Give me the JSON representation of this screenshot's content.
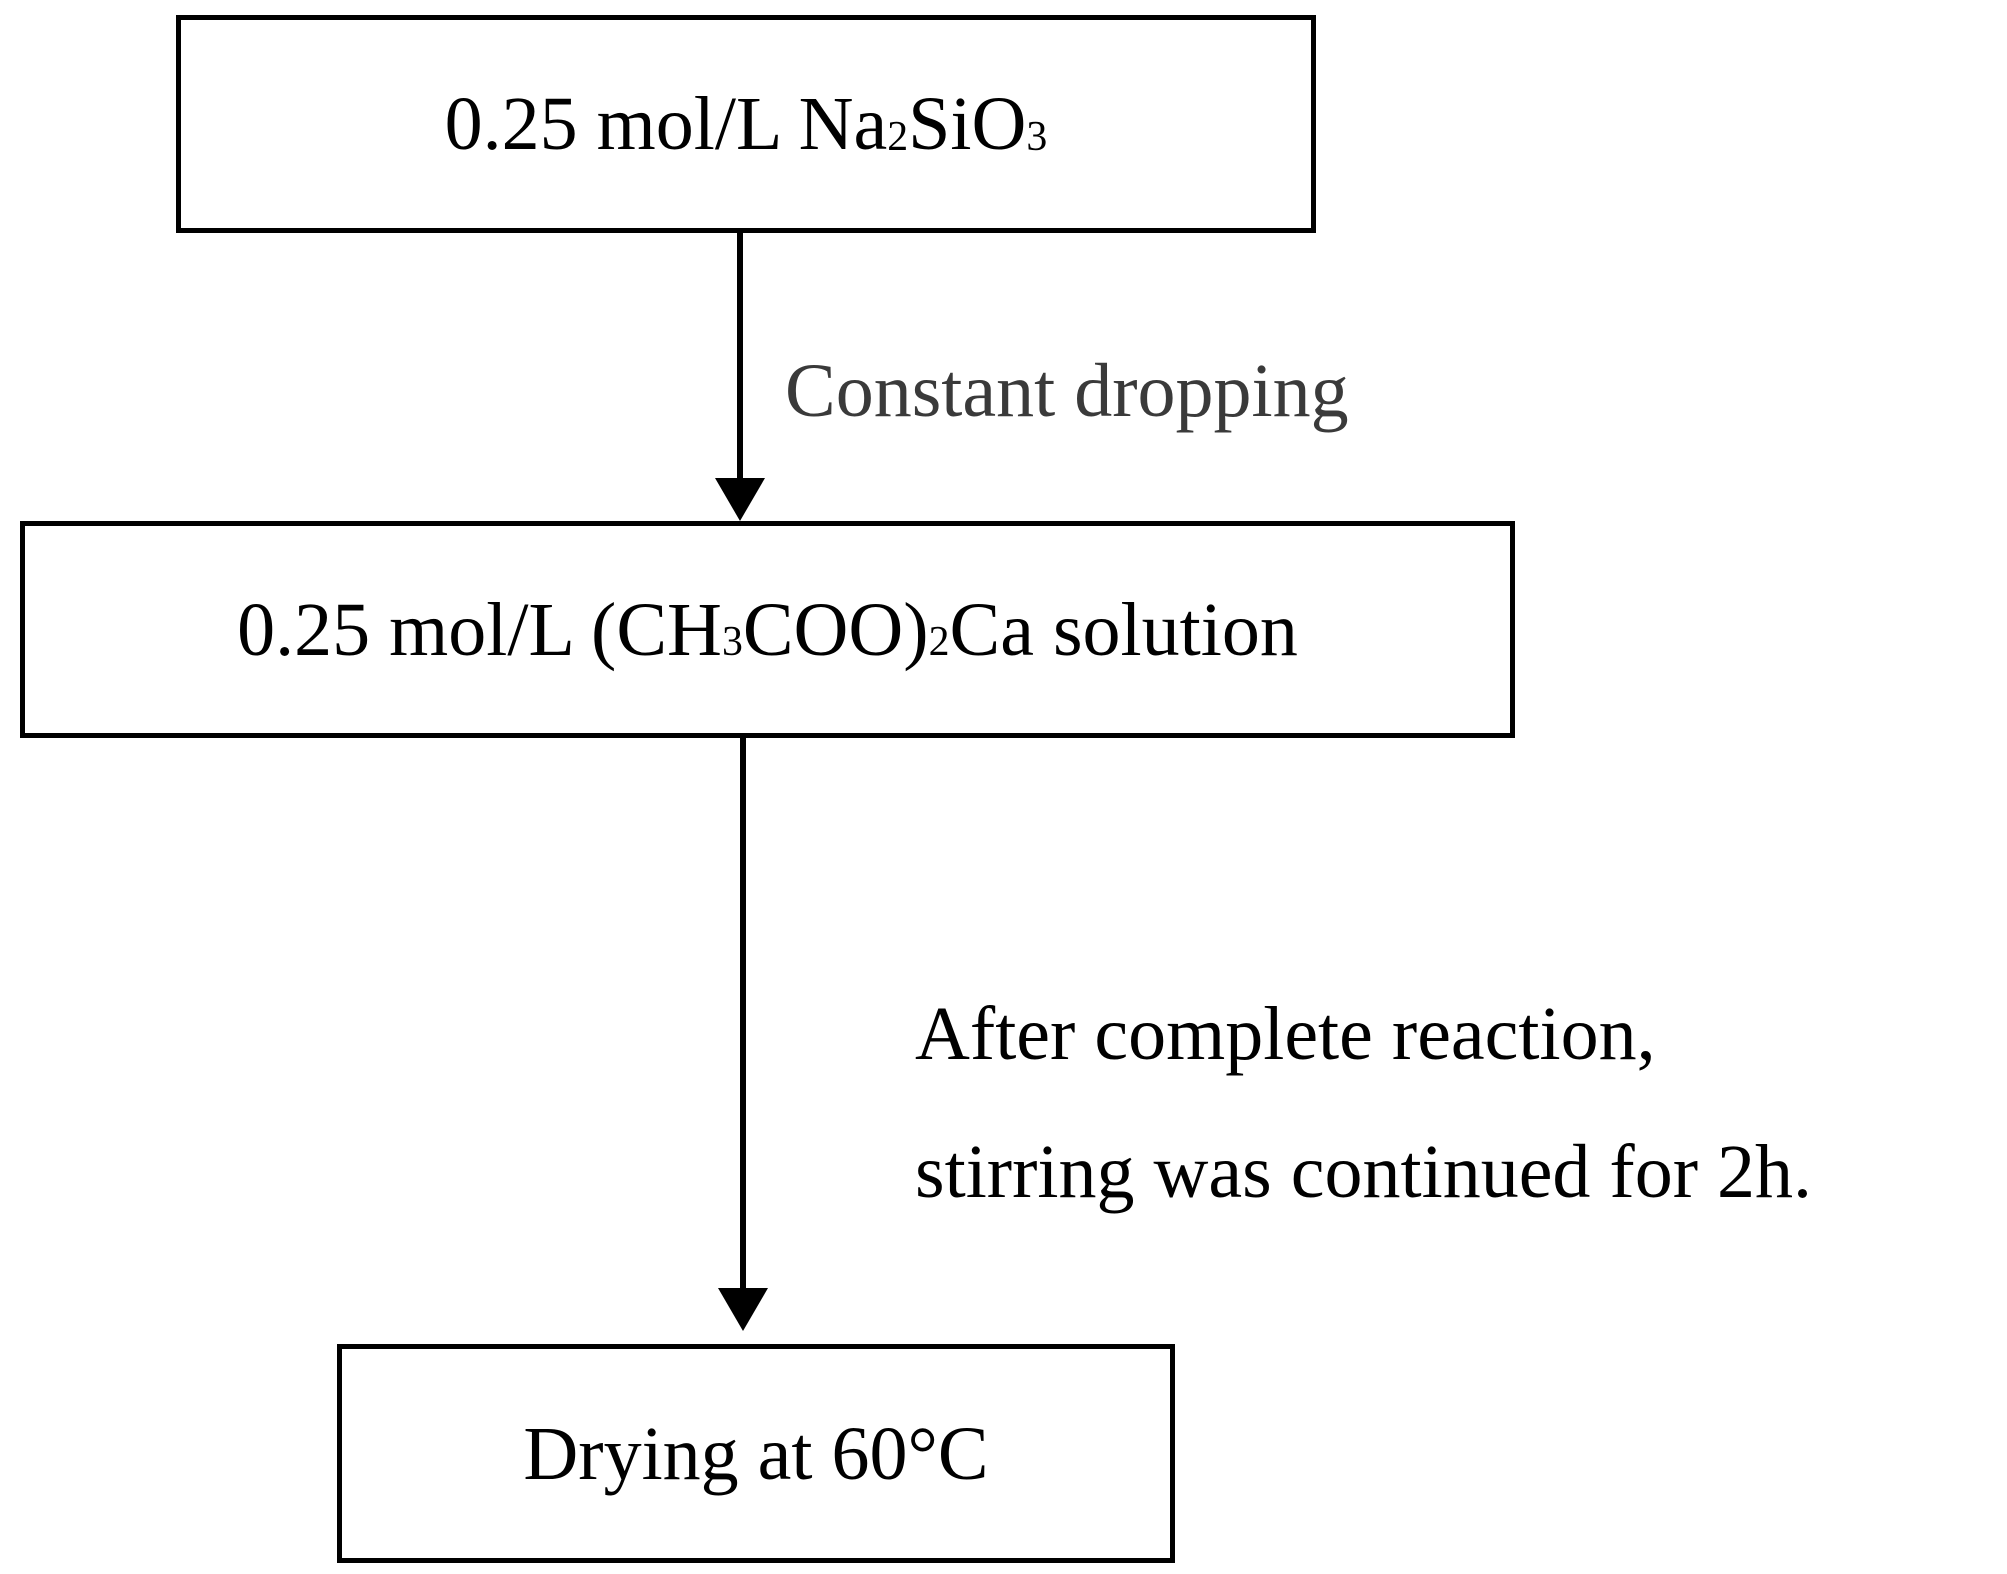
{
  "flowchart": {
    "steps": [
      {
        "parts": [
          {
            "text": "0.25 mol/L Na"
          },
          {
            "text": "2",
            "sub": true
          },
          {
            "text": "SiO"
          },
          {
            "text": "3",
            "sub": true
          }
        ]
      },
      {
        "parts": [
          {
            "text": "0.25 mol/L (CH"
          },
          {
            "text": "3",
            "sub": true
          },
          {
            "text": "COO)"
          },
          {
            "text": "2",
            "sub": true
          },
          {
            "text": "Ca solution"
          }
        ]
      },
      {
        "parts": [
          {
            "text": "Drying at 60°C"
          }
        ]
      }
    ],
    "transitions": [
      {
        "lines": [
          "Constant dropping"
        ]
      },
      {
        "lines": [
          "After complete reaction,",
          "stirring was continued for 2h."
        ]
      }
    ]
  },
  "colors": {
    "stroke": "#000000",
    "text": "#000000",
    "first_transition_text": "#3a3a3a",
    "background": "#ffffff"
  }
}
